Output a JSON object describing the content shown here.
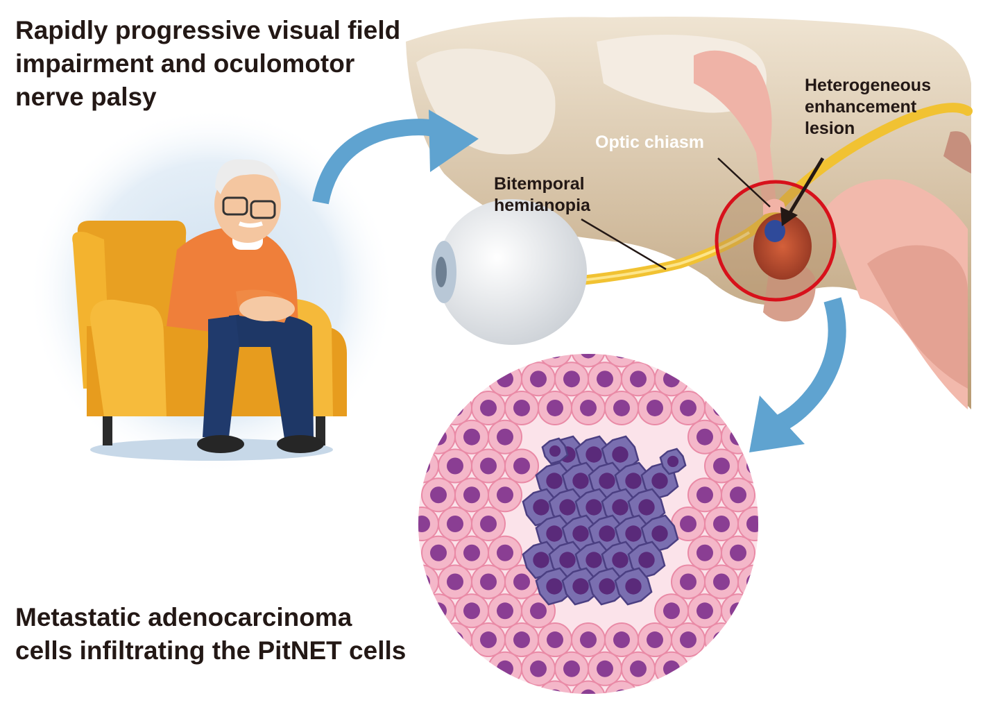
{
  "headings": {
    "top": "Rapidly progressive visual field\nimpairment and oculomotor\nnerve palsy",
    "bottom": "Metastatic adenocarcinoma\ncells infiltrating the PitNET cells"
  },
  "labels": {
    "optic_chiasm": "Optic chiasm",
    "bitemporal": "Bitemporal\nhemianopia",
    "lesion": "Heterogeneous\nenhancement\nlesion"
  },
  "colors": {
    "text_dark": "#231815",
    "arrow_blue": "#5fa3d0",
    "highlight_ring": "#d7111b",
    "optic_nerve": "#f1c232",
    "lesion_core": "#2f4a9a",
    "normal_cell": "#f4b7c9",
    "normal_nucleus": "#8a3e93",
    "tumor_cell": "#7a6fb0"
  }
}
